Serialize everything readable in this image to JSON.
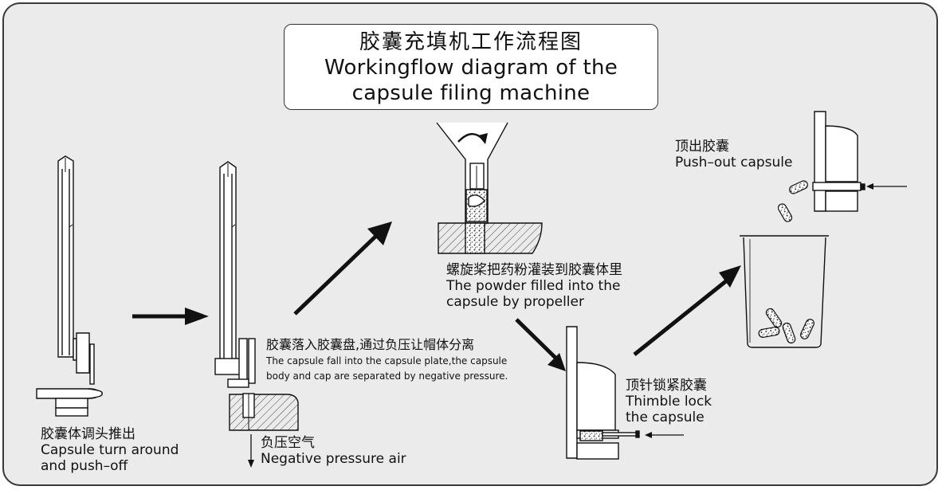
{
  "title": {
    "zh": "胶囊充填机工作流程图",
    "en_line1": "Workingflow diagram of the",
    "en_line2": "capsule filing machine"
  },
  "steps": [
    {
      "id": "turn-around",
      "zh": "胶囊体调头推出",
      "en": [
        "Capsule turn around",
        "and push–off"
      ]
    },
    {
      "id": "separate",
      "zh": "胶囊落入胶囊盘,通过负压让帽体分离",
      "en": [
        "The capsule fall into the capsule plate,the capsule",
        "body and cap are separated by negative pressure."
      ]
    },
    {
      "id": "negative-air",
      "zh": "负压空气",
      "en": [
        "Negative pressure air"
      ]
    },
    {
      "id": "powder-fill",
      "zh": "螺旋桨把药粉灌装到胶囊体里",
      "en": [
        "The powder filled into the",
        "capsule by propeller"
      ]
    },
    {
      "id": "thimble-lock",
      "zh": "顶针锁紧胶囊",
      "en": [
        "Thimble lock",
        "the capsule"
      ]
    },
    {
      "id": "push-out",
      "zh": "顶出胶囊",
      "en": [
        "Push–out capsule"
      ]
    }
  ],
  "colors": {
    "panel": "#ebebeb",
    "stroke": "#111111",
    "hatch": "#444444"
  }
}
